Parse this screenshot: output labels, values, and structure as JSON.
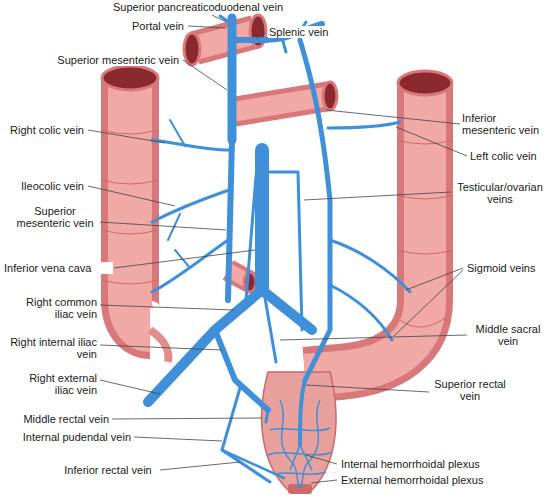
{
  "diagram": {
    "labels": [
      "Superior pancreaticoduodenal vein",
      "Portal vein",
      "Splenic vein",
      "Superior mesenteric vein",
      "Right colic vein",
      "Inferior mesenteric vein",
      "Left colic vein",
      "Ileocolic vein",
      "Testicular/ovarian veins",
      "Superior mesenteric vein",
      "Inferior vena cava",
      "Sigmoid veins",
      "Right common iliac vein",
      "Right internal iliac vein",
      "Middle sacral vein",
      "Superior rectal vein",
      "Right external iliac vein",
      "Middle rectal vein",
      "Internal pudendal vein",
      "Inferior rectal vein",
      "Internal hemorrhoidal plexus",
      "External hemorrhoidal plexus"
    ]
  }
}
